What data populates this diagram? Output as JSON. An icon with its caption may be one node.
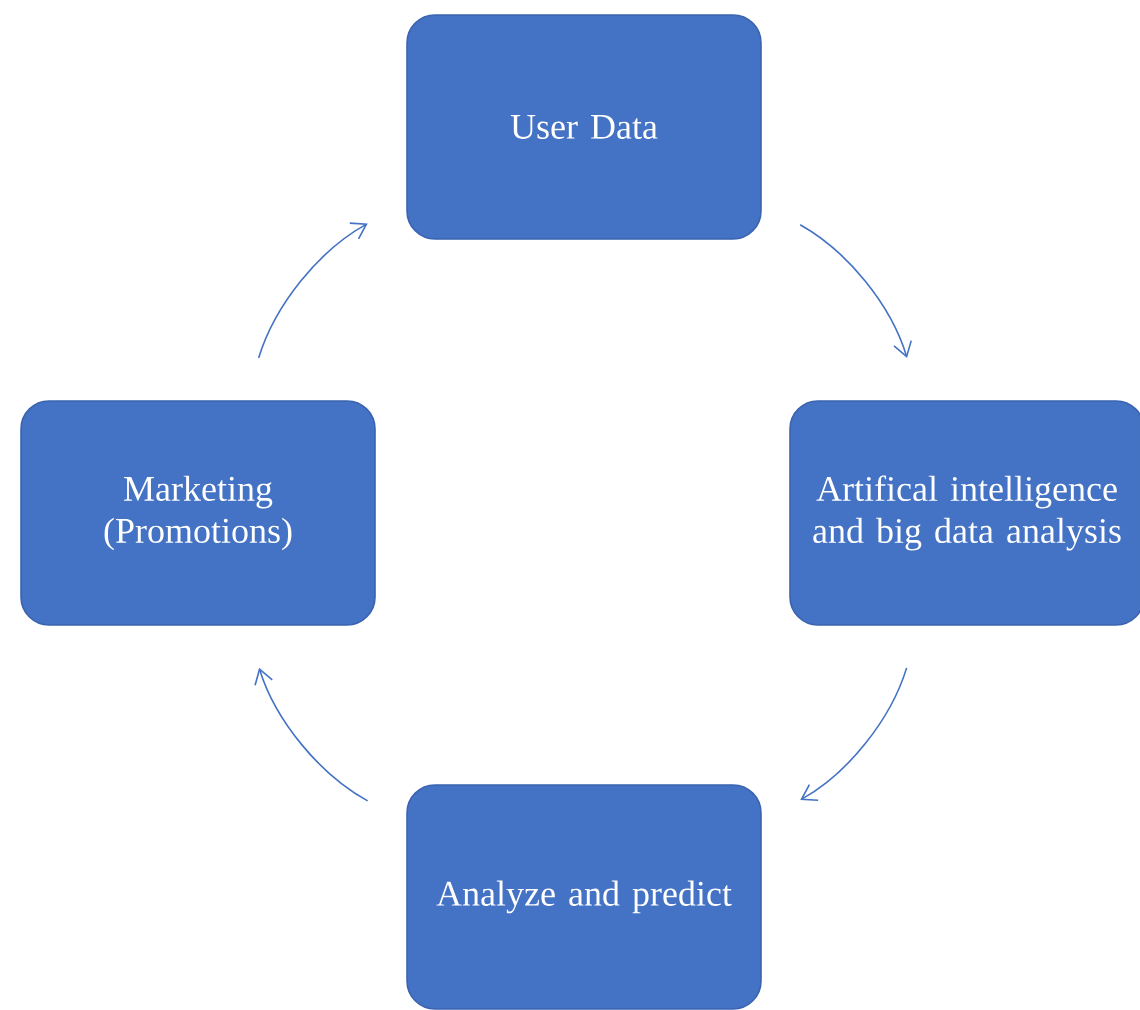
{
  "diagram": {
    "nodes": [
      {
        "text": [
          "User Data"
        ]
      },
      {
        "text": [
          "Artifical intelligence and big data analysis"
        ]
      },
      {
        "text": [
          "Analyze and predict"
        ]
      },
      {
        "text": [
          "Marketing (Promotions)"
        ]
      }
    ],
    "edges": [
      {
        "from": 0,
        "to": 1,
        "arrow": "to"
      },
      {
        "from": 1,
        "to": 2,
        "arrow": "to"
      },
      {
        "from": 2,
        "to": 3,
        "arrow": "to"
      },
      {
        "from": 3,
        "to": 0,
        "arrow": "to"
      }
    ]
  }
}
